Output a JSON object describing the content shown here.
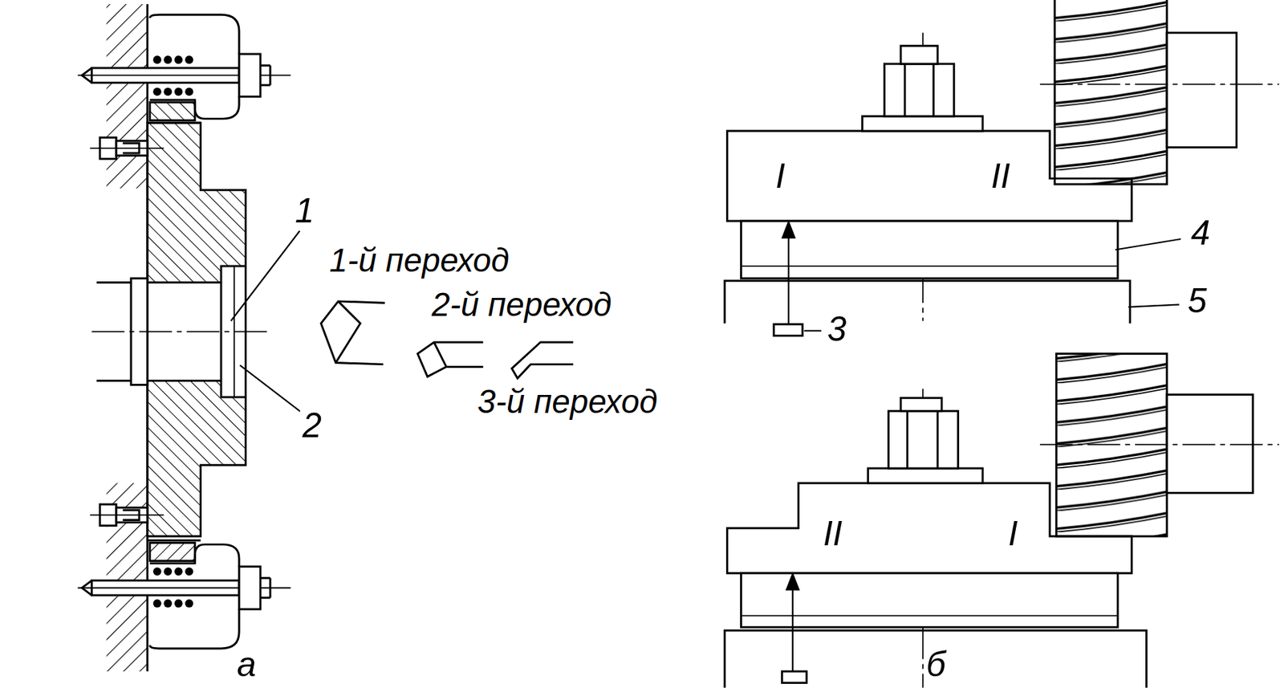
{
  "diagram": {
    "labels": [
      "1-й переход",
      "2-й переход",
      "3-й переход",
      "1",
      "2",
      "а",
      "I",
      "II",
      "4",
      "5",
      "3",
      "II",
      "I",
      "б"
    ]
  }
}
